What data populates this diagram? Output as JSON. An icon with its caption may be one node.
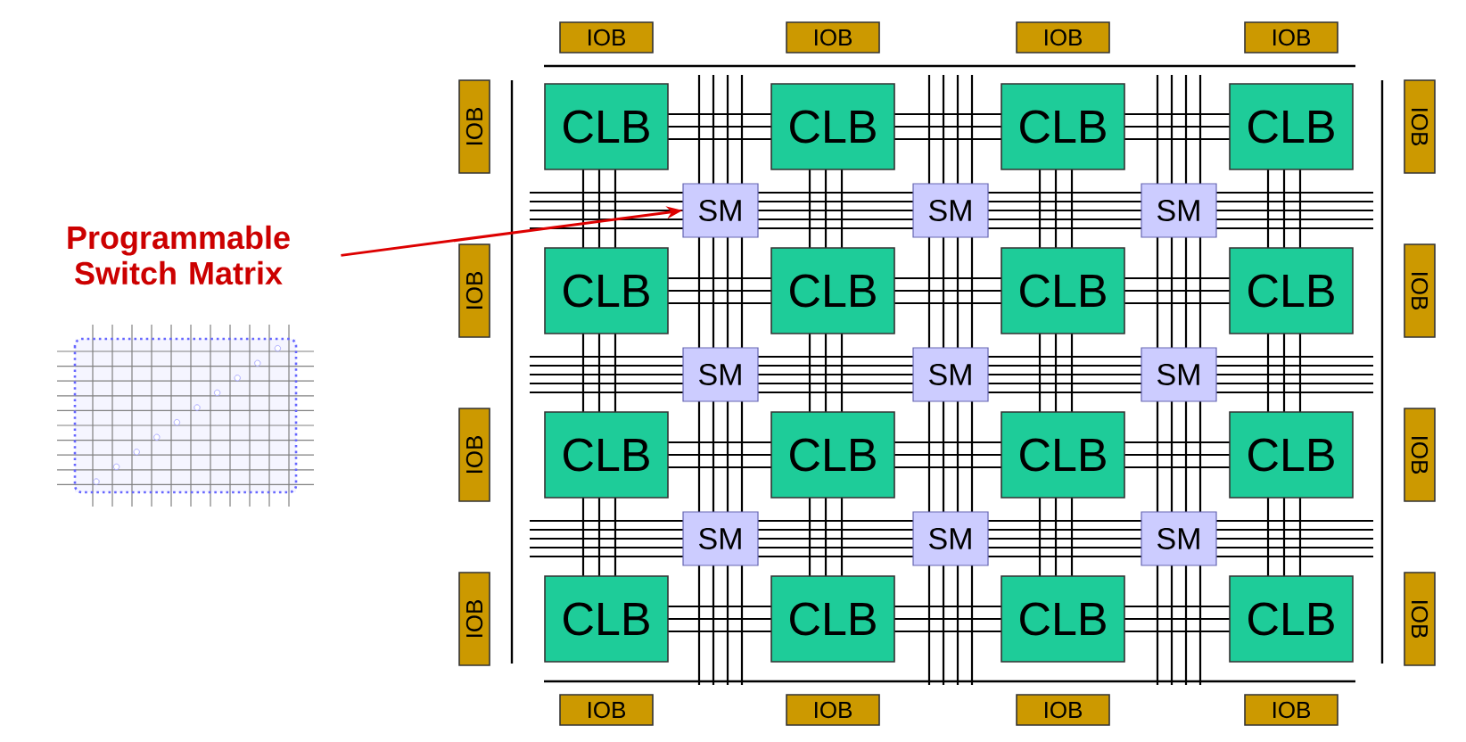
{
  "diagram": {
    "nodes": [
      {
        "text": [
          "Programmable Switch Matrix"
        ]
      },
      {
        "text": [
          "IOB"
        ]
      },
      {
        "text": [
          "IOB"
        ]
      },
      {
        "text": [
          "IOB"
        ]
      },
      {
        "text": [
          "IOB"
        ]
      },
      {
        "text": [
          "IOB"
        ]
      },
      {
        "text": [
          "CLB"
        ]
      },
      {
        "text": [
          "CLB"
        ]
      },
      {
        "text": [
          "CLB"
        ]
      },
      {
        "text": [
          "CLB"
        ]
      },
      {
        "text": [
          "IOB"
        ]
      },
      {
        "text": [
          "SM"
        ]
      },
      {
        "text": [
          "SM"
        ]
      },
      {
        "text": [
          "SM"
        ]
      },
      {
        "text": [
          "IOB"
        ]
      },
      {
        "text": [
          "CLB"
        ]
      },
      {
        "text": [
          "CLB"
        ]
      },
      {
        "text": [
          "CLB"
        ]
      },
      {
        "text": [
          "CLB"
        ]
      },
      {
        "text": [
          "IOB"
        ]
      },
      {
        "text": [
          "SM"
        ]
      },
      {
        "text": [
          "SM"
        ]
      },
      {
        "text": [
          "SM"
        ]
      },
      {
        "text": [
          "IOB"
        ]
      },
      {
        "text": [
          "CLB"
        ]
      },
      {
        "text": [
          "CLB"
        ]
      },
      {
        "text": [
          "CLB"
        ]
      },
      {
        "text": [
          "CLB"
        ]
      },
      {
        "text": [
          "IOB"
        ]
      },
      {
        "text": [
          "SM"
        ]
      },
      {
        "text": [
          "SM"
        ]
      },
      {
        "text": [
          "SM"
        ]
      },
      {
        "text": [
          "IOB"
        ]
      },
      {
        "text": [
          "CLB"
        ]
      },
      {
        "text": [
          "CLB"
        ]
      },
      {
        "text": [
          "CLB"
        ]
      },
      {
        "text": [
          "CLB"
        ]
      },
      {
        "text": [
          "IOB"
        ]
      },
      {
        "text": [
          "IOB"
        ]
      },
      {
        "text": [
          "IOB"
        ]
      },
      {
        "text": [
          "IOB"
        ]
      },
      {
        "text": [
          "IOB"
        ]
      }
    ],
    "edges": [
      {
        "from": 0,
        "to": 11,
        "arrow": "to",
        "color": "#dd0000"
      }
    ]
  }
}
